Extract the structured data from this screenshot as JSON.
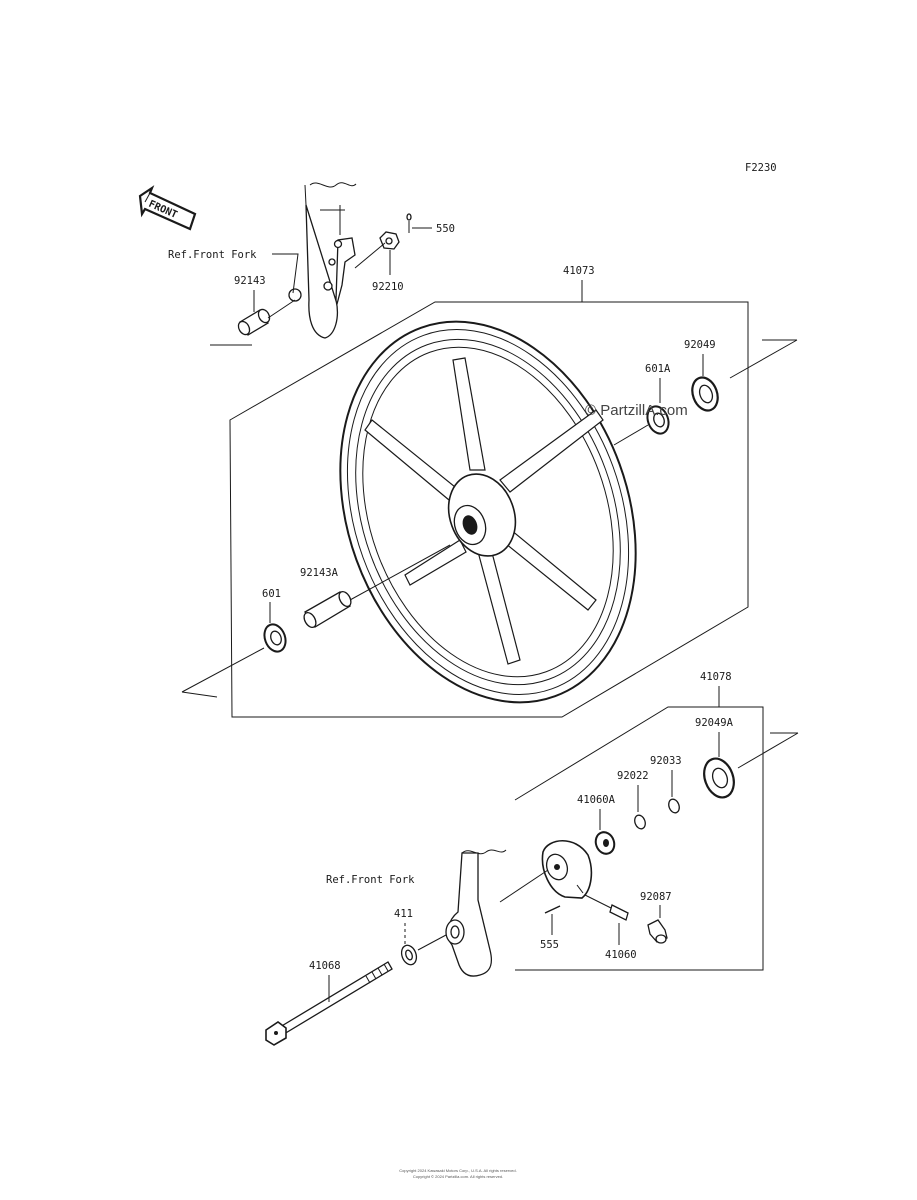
{
  "figure_code": "F2230",
  "front_arrow_label": "FRONT",
  "watermark": "© PartzillA.com",
  "labels": {
    "ref_front_fork_top": "Ref.Front Fork",
    "ref_front_fork_bottom": "Ref.Front Fork",
    "p550": "550",
    "p92210": "92210",
    "p92143": "92143",
    "p41073": "41073",
    "p92049": "92049",
    "p601A": "601A",
    "p92143A": "92143A",
    "p601": "601",
    "p41078": "41078",
    "p92049A": "92049A",
    "p92033": "92033",
    "p92022": "92022",
    "p41060A": "41060A",
    "p92087": "92087",
    "p411": "411",
    "p41068": "41068",
    "p555": "555",
    "p41060": "41060"
  },
  "footer": {
    "line1": "Copyright 2024 Kawasaki Motors Corp., U.S.A. All rights reserved.",
    "line2": "Copyright © 2024 Partzilla.com. All rights reserved."
  }
}
